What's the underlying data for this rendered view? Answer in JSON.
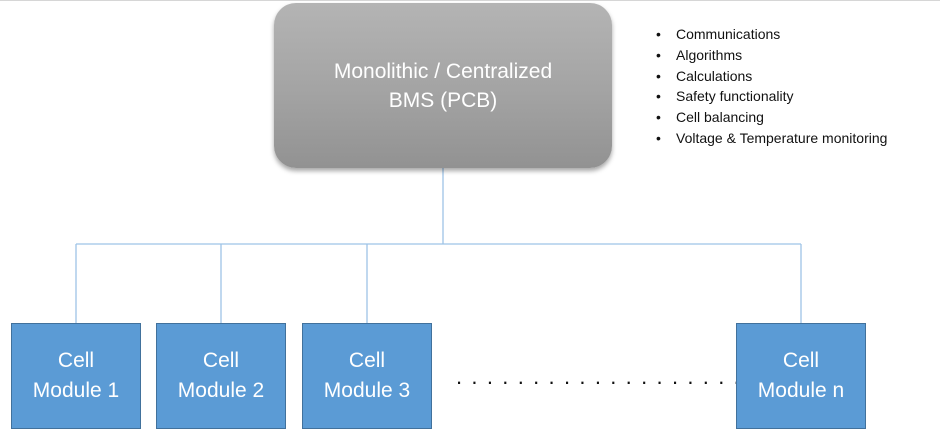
{
  "bms": {
    "line1": "Monolithic / Centralized",
    "line2": "BMS (PCB)"
  },
  "functions": [
    "Communications",
    "Algorithms",
    "Calculations",
    "Safety functionality",
    "Cell balancing",
    "Voltage & Temperature monitoring"
  ],
  "modules": [
    {
      "line1": "Cell",
      "line2": "Module 1"
    },
    {
      "line1": "Cell",
      "line2": "Module 2"
    },
    {
      "line1": "Cell",
      "line2": "Module 3"
    },
    {
      "line1": "Cell",
      "line2": "Module n"
    }
  ],
  "ellipsis": ". . . . . . . . . . . . . . . . . . .",
  "colors": {
    "bms_fill": "#a3a3a3",
    "module_fill": "#5b9bd5",
    "connector": "#9dc3e6"
  }
}
